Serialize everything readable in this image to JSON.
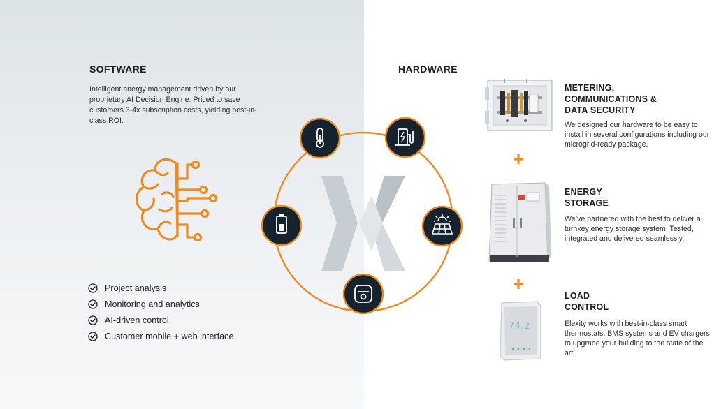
{
  "software": {
    "title": "SOFTWARE",
    "description": "Intelligent energy management driven by our proprietary AI Decision Engine. Priced to save customers 3-4x subscription costs, yielding best-in-class ROI.",
    "features": [
      "Project analysis",
      "Monitoring and analytics",
      "AI-driven control",
      "Customer mobile + web interface"
    ]
  },
  "hardware": {
    "title": "HARDWARE",
    "items": [
      {
        "title_lines": [
          "METERING,",
          "COMMUNICATIONS &",
          "DATA SECURITY"
        ],
        "description": "We designed our hardware to be easy to install in several configurations including our microgrid-ready package."
      },
      {
        "title_lines": [
          "ENERGY",
          "STORAGE"
        ],
        "description": "We’ve partnered with the best to deliver a turnkey energy storage system. Tested, integrated and delivered seamlessly."
      },
      {
        "title_lines": [
          "LOAD",
          "CONTROL"
        ],
        "description": "Elexity works with best-in-class smart thermostats, BMS systems and EV chargers to upgrade your building to the state of the art."
      }
    ]
  },
  "thermostat_display": "74.2",
  "center_icons": [
    "thermometer-icon",
    "ev-charger-icon",
    "solar-panel-icon",
    "smart-meter-icon",
    "battery-icon"
  ],
  "colors": {
    "accent": "#ef8a1d",
    "node_fill": "#14232d",
    "logo": "#c7ced3",
    "left_bg": "#e3e8eb"
  }
}
